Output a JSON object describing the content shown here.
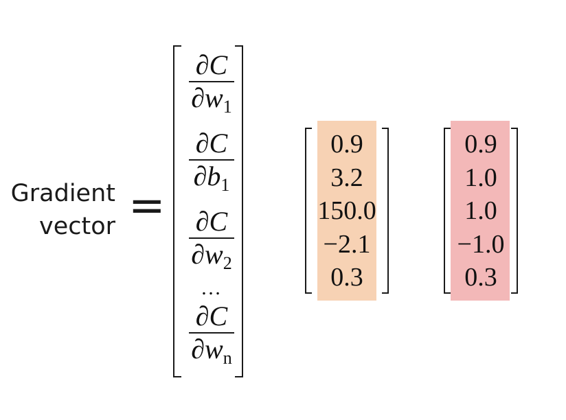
{
  "label": {
    "line1": "Gradient",
    "line2": "vector"
  },
  "equals": "=",
  "gradient_entries": [
    {
      "num": "∂C",
      "d": "∂",
      "var": "w",
      "sub": "1"
    },
    {
      "num": "∂C",
      "d": "∂",
      "var": "b",
      "sub": "1"
    },
    {
      "num": "∂C",
      "d": "∂",
      "var": "w",
      "sub": "2"
    },
    {
      "num": "∂C",
      "d": "∂",
      "var": "w",
      "sub": "n"
    }
  ],
  "ellipsis": "…",
  "vector_a": [
    "0.9",
    "3.2",
    "150.0",
    "−2.1",
    "0.3"
  ],
  "vector_b": [
    "0.9",
    "1.0",
    "1.0",
    "−1.0",
    "0.3"
  ],
  "colors": {
    "vector_a_highlight": "#f7d2b4",
    "vector_b_highlight": "#f3b8b8",
    "ink": "#1a1a1a"
  }
}
